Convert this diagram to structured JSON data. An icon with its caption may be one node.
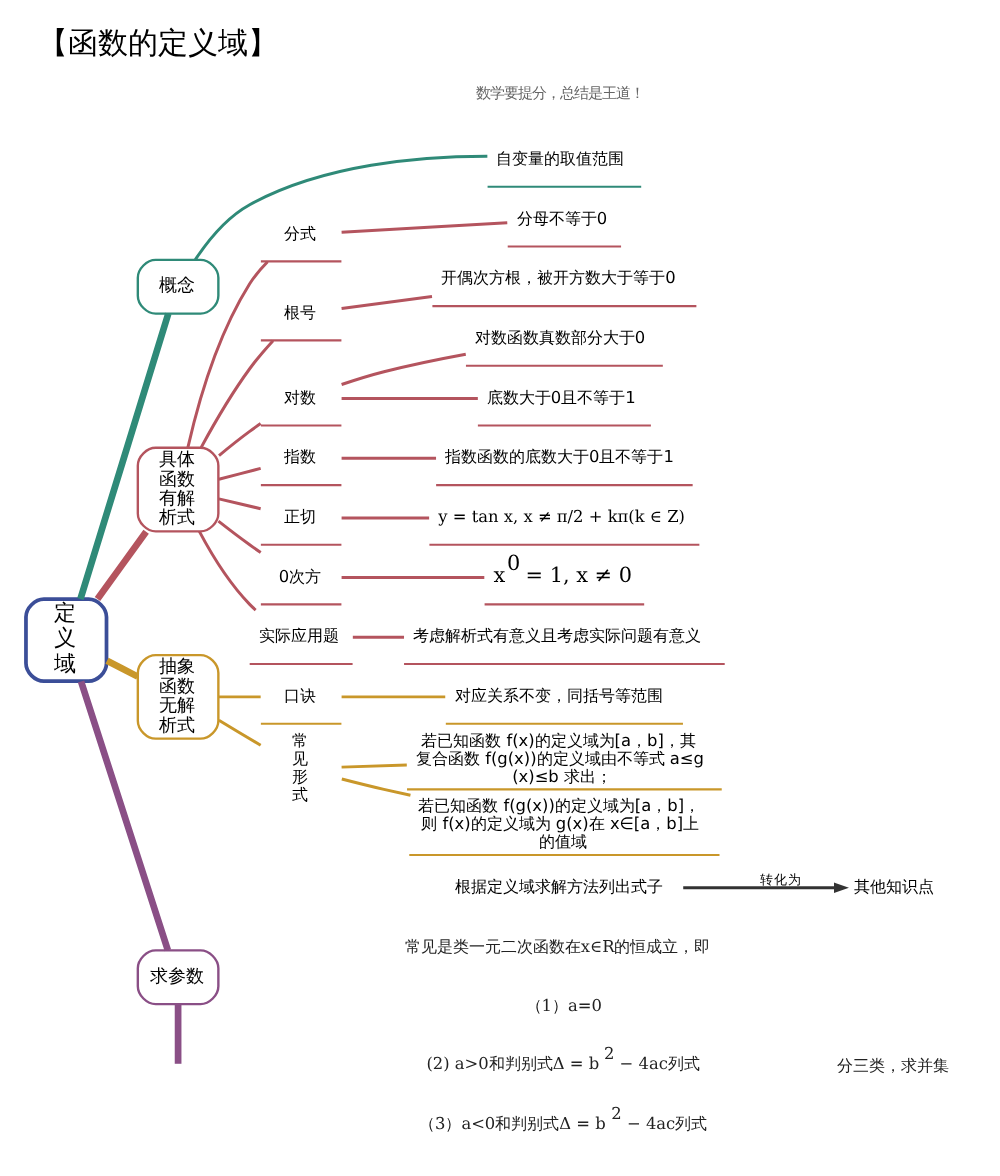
{
  "diagram": {
    "title": "【函数的定义域】",
    "nodes": [
      {
        "text": [
          "定义域"
        ]
      },
      {
        "text": [
          "概念"
        ]
      },
      {
        "text": [
          "自变量的取值范围"
        ]
      },
      {
        "text": [
          "具体函数有解析式"
        ]
      },
      {
        "text": [
          "分式"
        ]
      },
      {
        "text": [
          "分母不等于0"
        ]
      },
      {
        "text": [
          "根号"
        ]
      },
      {
        "text": [
          "开偶次方根，被开方数大于等于0"
        ]
      },
      {
        "text": [
          "对数"
        ]
      },
      {
        "text": [
          "对数函数真数部分大于0"
        ]
      },
      {
        "text": [
          "底数大于0且不等于1"
        ]
      },
      {
        "text": [
          "指数"
        ]
      },
      {
        "text": [
          "指数函数的底数大于0且不等于1"
        ]
      },
      {
        "text": [
          "正切"
        ]
      },
      {
        "text": [
          "y = tan x, x ≠ π/2 + kπ(k ∈ Z)"
        ]
      },
      {
        "text": [
          "0次方"
        ]
      },
      {
        "text": [
          "x$^{0}$ = 1, x ≠ 0"
        ]
      },
      {
        "text": [
          "实际应用题"
        ]
      },
      {
        "text": [
          "考虑解析式有意义且考虑实际问题有意义"
        ]
      },
      {
        "text": [
          "抽象函数无解析式"
        ]
      },
      {
        "text": [
          "口诀"
        ]
      },
      {
        "text": [
          "对应关系不变，同括号等范围"
        ]
      },
      {
        "text": [
          "常见形式"
        ]
      },
      {
        "text": [
          "若已知函数 f(x)的定义域为[a，b]，其复合函数 f(g(x))的定义域由不等式 a≤g(x)≤b 求出；"
        ]
      },
      {
        "text": [
          "若已知函数 f(g(x))的定义域为[a，b]，则 f(x)的定义域为 g(x)在 x∈[a，b]上的值域"
        ]
      },
      {
        "text": [
          "求参数"
        ]
      },
      {
        "text": [
          "根据定义域求解方法列出式子"
        ]
      },
      {
        "text": [
          "其他知识点"
        ]
      }
    ],
    "edges": [
      {
        "from": 0,
        "to": 1,
        "arrow": "none",
        "style": "thick",
        "color": "#2f8a78"
      },
      {
        "from": 1,
        "to": 2,
        "arrow": "none",
        "color": "#2f8a78"
      },
      {
        "from": 0,
        "to": 3,
        "arrow": "none",
        "style": "thick"
      },
      {
        "from": 3,
        "to": 4,
        "arrow": "none"
      },
      {
        "from": 4,
        "to": 5,
        "arrow": "none"
      },
      {
        "from": 3,
        "to": 6,
        "arrow": "none"
      },
      {
        "from": 6,
        "to": 7,
        "arrow": "none"
      },
      {
        "from": 3,
        "to": 8,
        "arrow": "none"
      },
      {
        "from": 8,
        "to": 9,
        "arrow": "none"
      },
      {
        "from": 8,
        "to": 10,
        "arrow": "none"
      },
      {
        "from": 3,
        "to": 11,
        "arrow": "none"
      },
      {
        "from": 11,
        "to": 12,
        "arrow": "none"
      },
      {
        "from": 3,
        "to": 13,
        "arrow": "none"
      },
      {
        "from": 13,
        "to": 14,
        "arrow": "none"
      },
      {
        "from": 3,
        "to": 15,
        "arrow": "none"
      },
      {
        "from": 15,
        "to": 16,
        "arrow": "none"
      },
      {
        "from": 3,
        "to": 17,
        "arrow": "none"
      },
      {
        "from": 17,
        "to": 18,
        "arrow": "none"
      },
      {
        "from": 0,
        "to": 19,
        "arrow": "none",
        "style": "thick",
        "color": "#c9972a"
      },
      {
        "from": 19,
        "to": 20,
        "arrow": "none",
        "color": "#c9972a"
      },
      {
        "from": 20,
        "to": 21,
        "arrow": "none",
        "color": "#c9972a"
      },
      {
        "from": 19,
        "to": 22,
        "arrow": "none",
        "color": "#c9972a"
      },
      {
        "from": 22,
        "to": 23,
        "arrow": "none",
        "color": "#c9972a"
      },
      {
        "from": 22,
        "to": 24,
        "arrow": "none",
        "color": "#c9972a"
      },
      {
        "from": 0,
        "to": 25,
        "arrow": "none",
        "style": "thick",
        "color": "#8a4f86"
      },
      {
        "from": 25,
        "to": null,
        "arrow": "none",
        "style": "thick",
        "color": "#8a4f86"
      },
      {
        "from": 26,
        "to": 27,
        "label": "转化为",
        "arrow": "to",
        "color": "#333333"
      }
    ],
    "labels": [
      "数学要提分，总结是王道！",
      "常见是类一元二次函数在x∈R的恒成立，即",
      "（1）a=0",
      "(2) a>0和判别式Δ = b$^{2}$ − 4ac列式",
      "（3）a<0和判别式Δ = b$^{2}$ − 4ac列式",
      "分三类，求并集"
    ]
  }
}
